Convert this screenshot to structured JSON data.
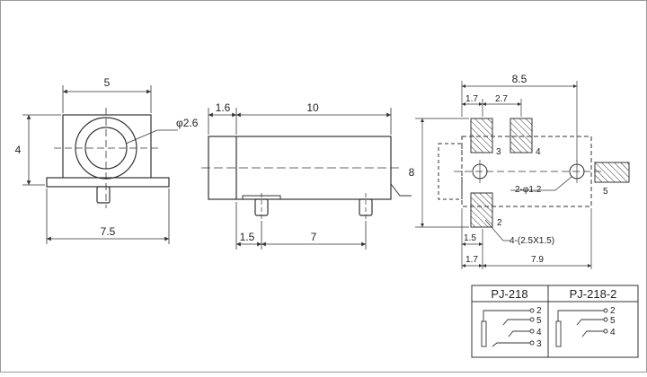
{
  "front_view": {
    "width_top": "5",
    "height": "4",
    "hole_dia": "φ2.6",
    "width_bottom": "7.5"
  },
  "side_view": {
    "front_len": "1.6",
    "body_len": "10",
    "pin_offset": "1.5",
    "pin_pitch": "7"
  },
  "footprint": {
    "overall_width": "8.5",
    "pad_offset": "1.7",
    "pad_pitch": "2.7",
    "height": "8",
    "small_hole": "2-φ1.2",
    "pad_size": "4-(2.5X1.5)",
    "left_gap": "1.5",
    "bottom_left": "1.7",
    "bottom_span": "7.9",
    "pin_labels": [
      "3",
      "4",
      "2",
      "5"
    ]
  },
  "schematic": {
    "models": [
      "PJ-218",
      "PJ-218-2"
    ],
    "left_pins": [
      "2",
      "5",
      "4",
      "3"
    ],
    "right_pins": [
      "2",
      "5",
      "4"
    ]
  }
}
